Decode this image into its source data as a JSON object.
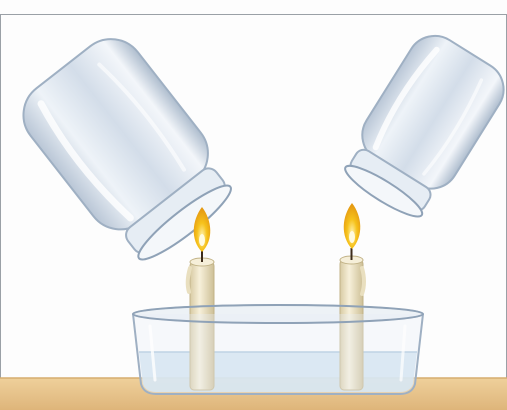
{
  "header_fragment": "...",
  "scene": {
    "left_jar": "glass-jar",
    "right_jar": "glass-jar",
    "candles": 2,
    "flames_lit": 2,
    "container": "glass-basin-with-water"
  },
  "colors": {
    "table": "#e8c590",
    "background": "#fdfdfd",
    "water": "#cfe2ef",
    "glass": "#d9e3ee",
    "candle": "#f1e9cf",
    "flame": "#f6c21b"
  }
}
